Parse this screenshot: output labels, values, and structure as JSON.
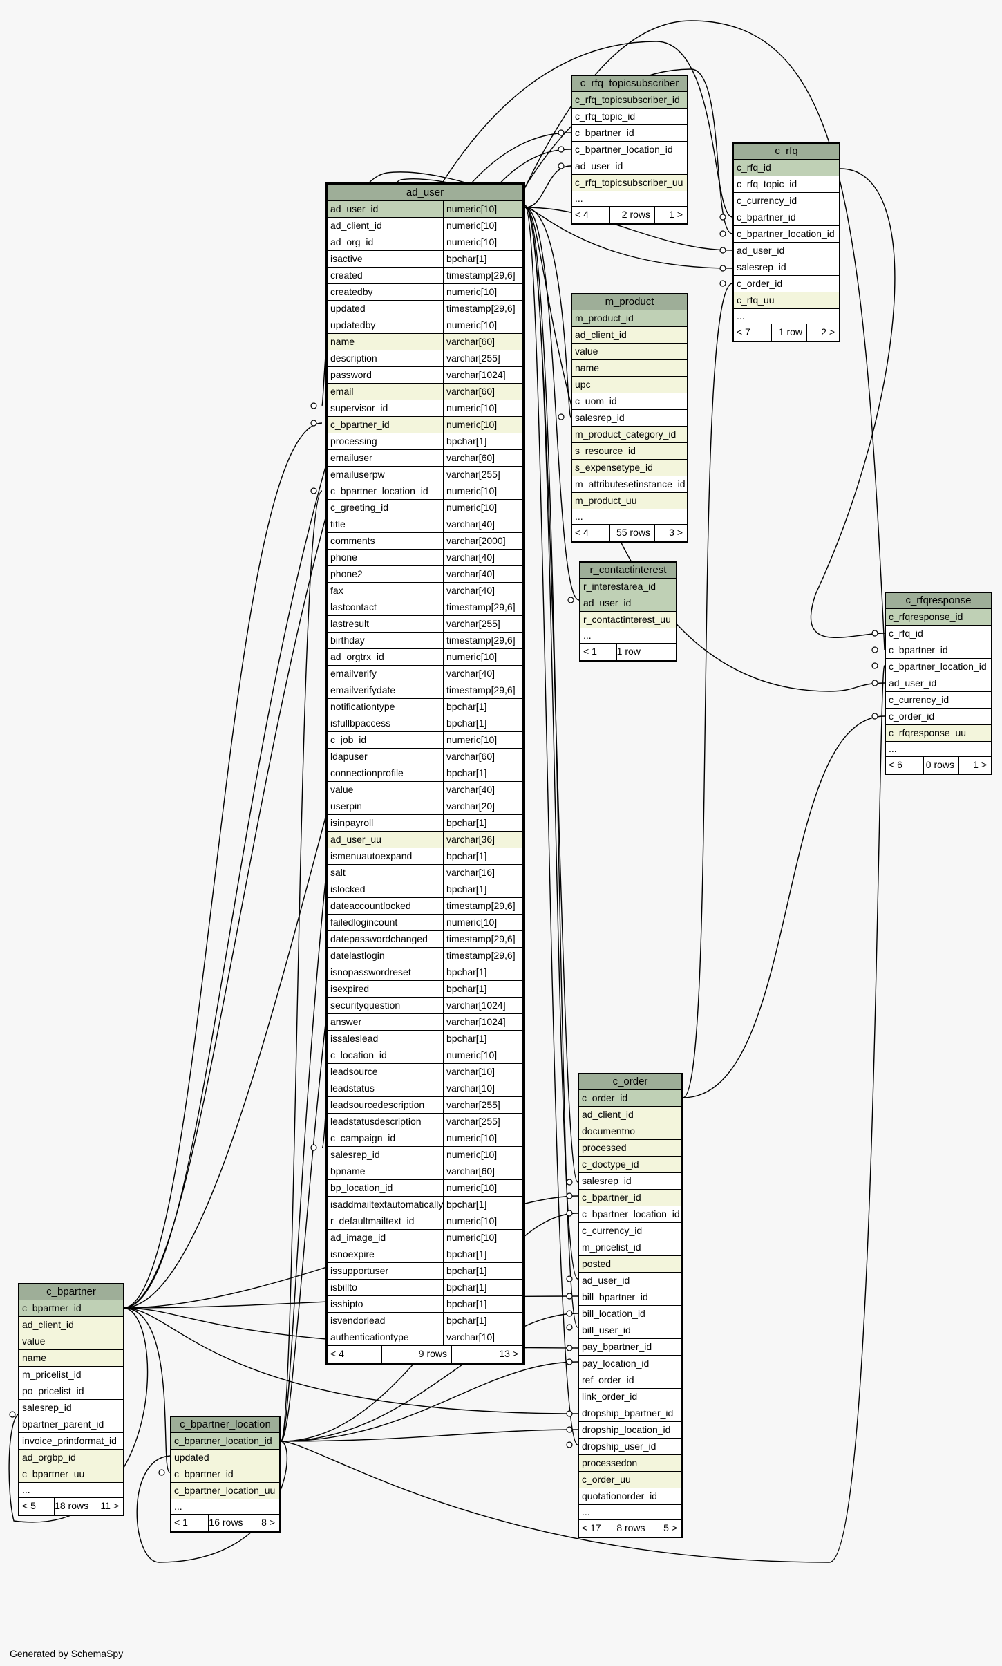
{
  "footer": "Generated by SchemaSpy",
  "tables": [
    {
      "id": "c_rfq_topicsubscriber",
      "name": "c_rfq_topicsubscriber",
      "columns": [
        {
          "n": "c_rfq_topicsubscriber_id",
          "k": "pk"
        },
        {
          "n": "c_rfq_topic_id"
        },
        {
          "n": "c_bpartner_id"
        },
        {
          "n": "c_bpartner_location_id"
        },
        {
          "n": "ad_user_id"
        },
        {
          "n": "c_rfq_topicsubscriber_uu",
          "k": "idx"
        }
      ],
      "more": "...",
      "footer": [
        "< 4",
        "2 rows",
        "1 >"
      ]
    },
    {
      "id": "c_rfq",
      "name": "c_rfq",
      "columns": [
        {
          "n": "c_rfq_id",
          "k": "pk"
        },
        {
          "n": "c_rfq_topic_id"
        },
        {
          "n": "c_currency_id"
        },
        {
          "n": "c_bpartner_id"
        },
        {
          "n": "c_bpartner_location_id"
        },
        {
          "n": "ad_user_id"
        },
        {
          "n": "salesrep_id"
        },
        {
          "n": "c_order_id"
        },
        {
          "n": "c_rfq_uu",
          "k": "idx"
        }
      ],
      "more": "...",
      "footer": [
        "< 7",
        "1 row",
        "2 >"
      ]
    },
    {
      "id": "m_product",
      "name": "m_product",
      "columns": [
        {
          "n": "m_product_id",
          "k": "pk"
        },
        {
          "n": "ad_client_id",
          "k": "idx"
        },
        {
          "n": "value",
          "k": "idx"
        },
        {
          "n": "name",
          "k": "idx"
        },
        {
          "n": "upc",
          "k": "idx"
        },
        {
          "n": "c_uom_id"
        },
        {
          "n": "salesrep_id"
        },
        {
          "n": "m_product_category_id",
          "k": "idx"
        },
        {
          "n": "s_resource_id",
          "k": "idx"
        },
        {
          "n": "s_expensetype_id",
          "k": "idx"
        },
        {
          "n": "m_attributesetinstance_id"
        },
        {
          "n": "m_product_uu",
          "k": "idx"
        }
      ],
      "more": "...",
      "footer": [
        "< 4",
        "55 rows",
        "3 >"
      ]
    },
    {
      "id": "r_contactinterest",
      "name": "r_contactinterest",
      "columns": [
        {
          "n": "r_interestarea_id",
          "k": "pk"
        },
        {
          "n": "ad_user_id",
          "k": "pk"
        },
        {
          "n": "r_contactinterest_uu",
          "k": "idx"
        }
      ],
      "more": "...",
      "footer": [
        "< 1",
        "1 row",
        ""
      ]
    },
    {
      "id": "c_rfqresponse",
      "name": "c_rfqresponse",
      "columns": [
        {
          "n": "c_rfqresponse_id",
          "k": "pk"
        },
        {
          "n": "c_rfq_id"
        },
        {
          "n": "c_bpartner_id"
        },
        {
          "n": "c_bpartner_location_id"
        },
        {
          "n": "ad_user_id"
        },
        {
          "n": "c_currency_id"
        },
        {
          "n": "c_order_id"
        },
        {
          "n": "c_rfqresponse_uu",
          "k": "idx"
        }
      ],
      "more": "...",
      "footer": [
        "< 6",
        "0 rows",
        "1 >"
      ]
    },
    {
      "id": "c_order",
      "name": "c_order",
      "columns": [
        {
          "n": "c_order_id",
          "k": "pk"
        },
        {
          "n": "ad_client_id",
          "k": "idx"
        },
        {
          "n": "documentno",
          "k": "idx"
        },
        {
          "n": "processed",
          "k": "idx"
        },
        {
          "n": "c_doctype_id",
          "k": "idx"
        },
        {
          "n": "salesrep_id"
        },
        {
          "n": "c_bpartner_id",
          "k": "idx"
        },
        {
          "n": "c_bpartner_location_id"
        },
        {
          "n": "c_currency_id"
        },
        {
          "n": "m_pricelist_id"
        },
        {
          "n": "posted",
          "k": "idx"
        },
        {
          "n": "ad_user_id"
        },
        {
          "n": "bill_bpartner_id"
        },
        {
          "n": "bill_location_id"
        },
        {
          "n": "bill_user_id"
        },
        {
          "n": "pay_bpartner_id"
        },
        {
          "n": "pay_location_id"
        },
        {
          "n": "ref_order_id"
        },
        {
          "n": "link_order_id"
        },
        {
          "n": "dropship_bpartner_id"
        },
        {
          "n": "dropship_location_id"
        },
        {
          "n": "dropship_user_id"
        },
        {
          "n": "processedon",
          "k": "idx"
        },
        {
          "n": "c_order_uu",
          "k": "idx"
        },
        {
          "n": "quotationorder_id"
        }
      ],
      "more": "...",
      "footer": [
        "< 17",
        "8 rows",
        "5 >"
      ]
    },
    {
      "id": "c_bpartner",
      "name": "c_bpartner",
      "columns": [
        {
          "n": "c_bpartner_id",
          "k": "pk"
        },
        {
          "n": "ad_client_id",
          "k": "idx"
        },
        {
          "n": "value",
          "k": "idx"
        },
        {
          "n": "name",
          "k": "idx"
        },
        {
          "n": "m_pricelist_id"
        },
        {
          "n": "po_pricelist_id"
        },
        {
          "n": "salesrep_id"
        },
        {
          "n": "bpartner_parent_id"
        },
        {
          "n": "invoice_printformat_id"
        },
        {
          "n": "ad_orgbp_id",
          "k": "idx"
        },
        {
          "n": "c_bpartner_uu",
          "k": "idx"
        }
      ],
      "more": "...",
      "footer": [
        "< 5",
        "18 rows",
        "11 >"
      ]
    },
    {
      "id": "c_bpartner_location",
      "name": "c_bpartner_location",
      "columns": [
        {
          "n": "c_bpartner_location_id",
          "k": "pk"
        },
        {
          "n": "updated",
          "k": "idx"
        },
        {
          "n": "c_bpartner_id",
          "k": "idx"
        },
        {
          "n": "c_bpartner_location_uu",
          "k": "idx"
        }
      ],
      "more": "...",
      "footer": [
        "< 1",
        "16 rows",
        "8 >"
      ]
    },
    {
      "id": "ad_user",
      "name": "ad_user",
      "columns": [
        {
          "n": "ad_user_id",
          "t": "numeric[10]",
          "k": "pk"
        },
        {
          "n": "ad_client_id",
          "t": "numeric[10]"
        },
        {
          "n": "ad_org_id",
          "t": "numeric[10]"
        },
        {
          "n": "isactive",
          "t": "bpchar[1]"
        },
        {
          "n": "created",
          "t": "timestamp[29,6]"
        },
        {
          "n": "createdby",
          "t": "numeric[10]"
        },
        {
          "n": "updated",
          "t": "timestamp[29,6]"
        },
        {
          "n": "updatedby",
          "t": "numeric[10]"
        },
        {
          "n": "name",
          "t": "varchar[60]",
          "k": "idx"
        },
        {
          "n": "description",
          "t": "varchar[255]"
        },
        {
          "n": "password",
          "t": "varchar[1024]"
        },
        {
          "n": "email",
          "t": "varchar[60]",
          "k": "idx"
        },
        {
          "n": "supervisor_id",
          "t": "numeric[10]"
        },
        {
          "n": "c_bpartner_id",
          "t": "numeric[10]",
          "k": "idx"
        },
        {
          "n": "processing",
          "t": "bpchar[1]"
        },
        {
          "n": "emailuser",
          "t": "varchar[60]"
        },
        {
          "n": "emailuserpw",
          "t": "varchar[255]"
        },
        {
          "n": "c_bpartner_location_id",
          "t": "numeric[10]"
        },
        {
          "n": "c_greeting_id",
          "t": "numeric[10]"
        },
        {
          "n": "title",
          "t": "varchar[40]"
        },
        {
          "n": "comments",
          "t": "varchar[2000]"
        },
        {
          "n": "phone",
          "t": "varchar[40]"
        },
        {
          "n": "phone2",
          "t": "varchar[40]"
        },
        {
          "n": "fax",
          "t": "varchar[40]"
        },
        {
          "n": "lastcontact",
          "t": "timestamp[29,6]"
        },
        {
          "n": "lastresult",
          "t": "varchar[255]"
        },
        {
          "n": "birthday",
          "t": "timestamp[29,6]"
        },
        {
          "n": "ad_orgtrx_id",
          "t": "numeric[10]"
        },
        {
          "n": "emailverify",
          "t": "varchar[40]"
        },
        {
          "n": "emailverifydate",
          "t": "timestamp[29,6]"
        },
        {
          "n": "notificationtype",
          "t": "bpchar[1]"
        },
        {
          "n": "isfullbpaccess",
          "t": "bpchar[1]"
        },
        {
          "n": "c_job_id",
          "t": "numeric[10]"
        },
        {
          "n": "ldapuser",
          "t": "varchar[60]"
        },
        {
          "n": "connectionprofile",
          "t": "bpchar[1]"
        },
        {
          "n": "value",
          "t": "varchar[40]"
        },
        {
          "n": "userpin",
          "t": "varchar[20]"
        },
        {
          "n": "isinpayroll",
          "t": "bpchar[1]"
        },
        {
          "n": "ad_user_uu",
          "t": "varchar[36]",
          "k": "idx"
        },
        {
          "n": "ismenuautoexpand",
          "t": "bpchar[1]"
        },
        {
          "n": "salt",
          "t": "varchar[16]"
        },
        {
          "n": "islocked",
          "t": "bpchar[1]"
        },
        {
          "n": "dateaccountlocked",
          "t": "timestamp[29,6]"
        },
        {
          "n": "failedlogincount",
          "t": "numeric[10]"
        },
        {
          "n": "datepasswordchanged",
          "t": "timestamp[29,6]"
        },
        {
          "n": "datelastlogin",
          "t": "timestamp[29,6]"
        },
        {
          "n": "isnopasswordreset",
          "t": "bpchar[1]"
        },
        {
          "n": "isexpired",
          "t": "bpchar[1]"
        },
        {
          "n": "securityquestion",
          "t": "varchar[1024]"
        },
        {
          "n": "answer",
          "t": "varchar[1024]"
        },
        {
          "n": "issaleslead",
          "t": "bpchar[1]"
        },
        {
          "n": "c_location_id",
          "t": "numeric[10]"
        },
        {
          "n": "leadsource",
          "t": "varchar[10]"
        },
        {
          "n": "leadstatus",
          "t": "varchar[10]"
        },
        {
          "n": "leadsourcedescription",
          "t": "varchar[255]"
        },
        {
          "n": "leadstatusdescription",
          "t": "varchar[255]"
        },
        {
          "n": "c_campaign_id",
          "t": "numeric[10]"
        },
        {
          "n": "salesrep_id",
          "t": "numeric[10]"
        },
        {
          "n": "bpname",
          "t": "varchar[60]"
        },
        {
          "n": "bp_location_id",
          "t": "numeric[10]"
        },
        {
          "n": "isaddmailtextautomatically",
          "t": "bpchar[1]"
        },
        {
          "n": "r_defaultmailtext_id",
          "t": "numeric[10]"
        },
        {
          "n": "ad_image_id",
          "t": "numeric[10]"
        },
        {
          "n": "isnoexpire",
          "t": "bpchar[1]"
        },
        {
          "n": "issupportuser",
          "t": "bpchar[1]"
        },
        {
          "n": "isbillto",
          "t": "bpchar[1]"
        },
        {
          "n": "isshipto",
          "t": "bpchar[1]"
        },
        {
          "n": "isvendorlead",
          "t": "bpchar[1]"
        },
        {
          "n": "authenticationtype",
          "t": "varchar[10]"
        }
      ],
      "footer": [
        "< 4",
        "9 rows",
        "13 >"
      ]
    }
  ]
}
